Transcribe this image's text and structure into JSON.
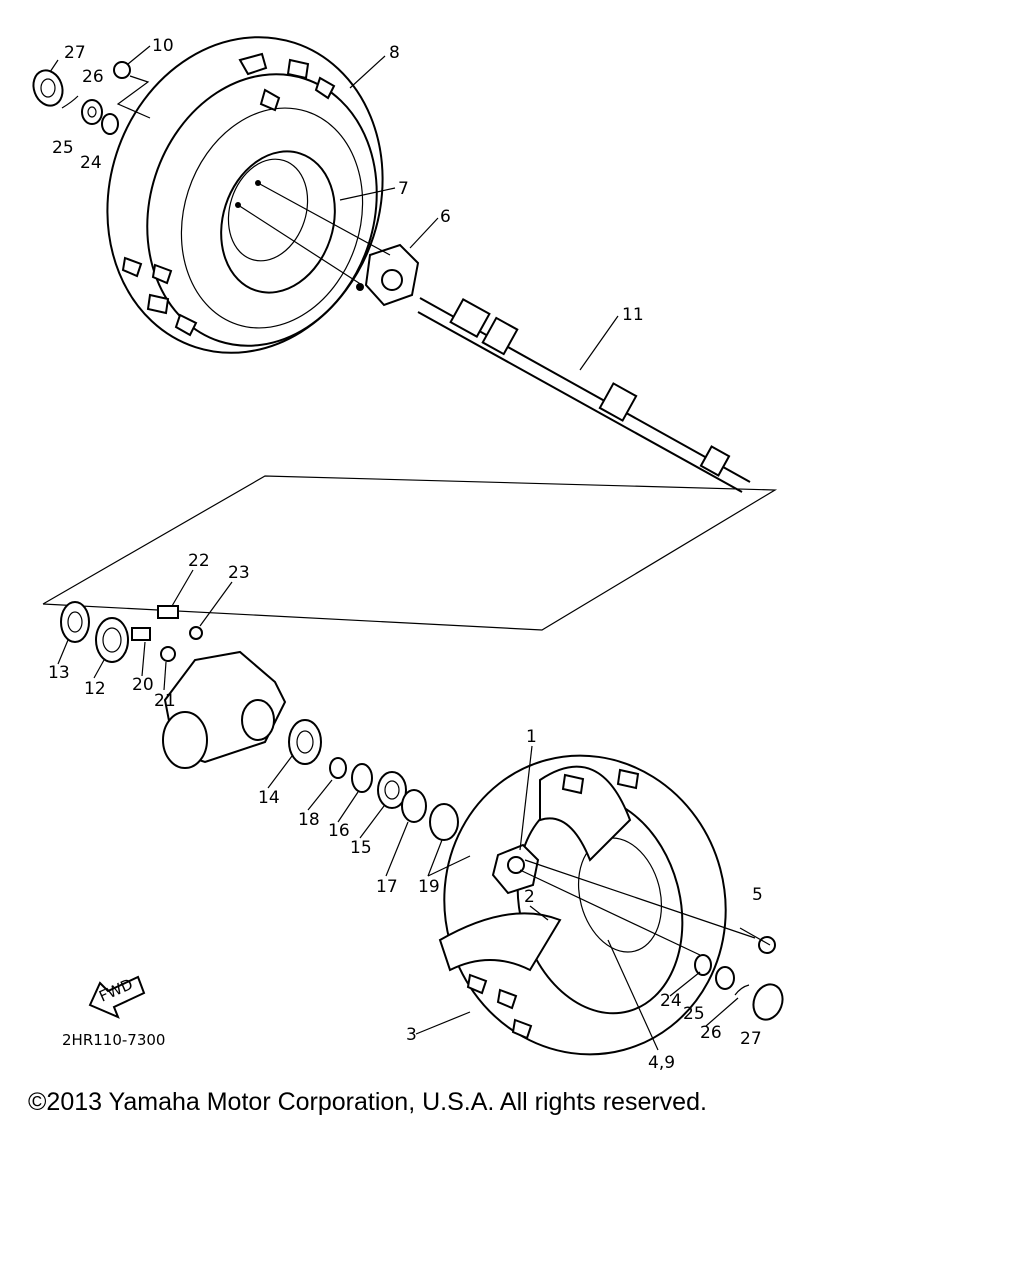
{
  "diagram": {
    "part_number_code": "2HR110-7300",
    "fwd_label": "FWD",
    "callouts": [
      "27",
      "10",
      "26",
      "8",
      "25",
      "24",
      "7",
      "6",
      "11",
      "22",
      "23",
      "13",
      "12",
      "20",
      "21",
      "14",
      "18",
      "16",
      "15",
      "17",
      "19",
      "1",
      "2",
      "5",
      "24",
      "25",
      "26",
      "27",
      "3",
      "4,9"
    ]
  },
  "footer": {
    "copyright": "©2013 Yamaha Motor Corporation, U.S.A. All rights reserved."
  }
}
